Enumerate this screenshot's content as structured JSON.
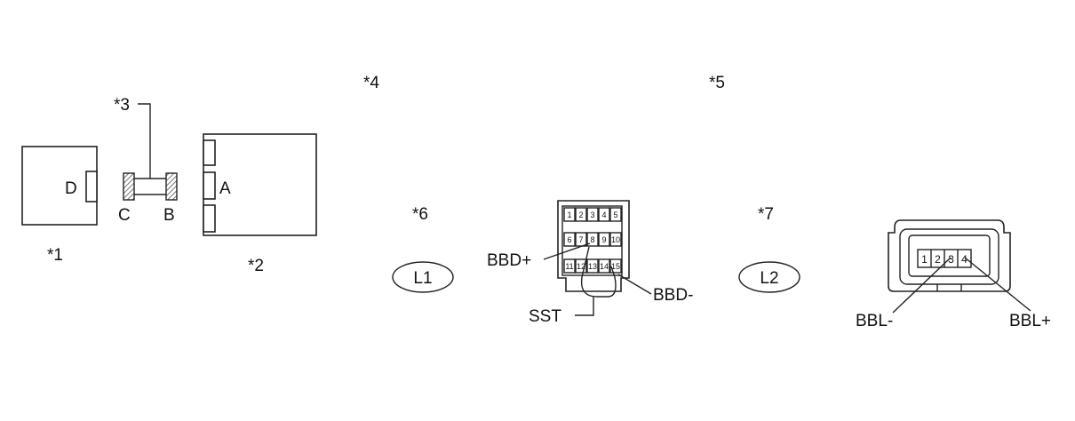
{
  "refs": {
    "r1": "*1",
    "r2": "*2",
    "r3": "*3",
    "r4": "*4",
    "r5": "*5",
    "r6": "*6",
    "r7": "*7"
  },
  "connectors": {
    "a": "A",
    "b": "B",
    "c": "C",
    "d": "D"
  },
  "ovals": {
    "l1": "L1",
    "l2": "L2"
  },
  "callouts": {
    "bbd_plus": "BBD+",
    "bbd_minus": "BBD-",
    "sst": "SST",
    "bbl_minus": "BBL-",
    "bbl_plus": "BBL+"
  },
  "connector_l1_pins": {
    "row1": [
      "1",
      "2",
      "3",
      "4",
      "5"
    ],
    "row2": [
      "6",
      "7",
      "8",
      "9",
      "10"
    ],
    "row3": [
      "11",
      "12",
      "13",
      "14",
      "15"
    ]
  },
  "connector_l2_pins": [
    "1",
    "2",
    "3",
    "4"
  ],
  "colors": {
    "line": "#222222",
    "hatch": "#555555",
    "background": "#ffffff"
  }
}
